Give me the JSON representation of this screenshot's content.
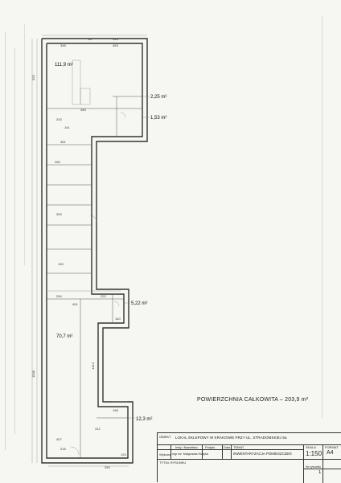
{
  "areas": {
    "room_main": "111,9 m²",
    "room_small_a": "2,25 m²",
    "room_small_b": "1,53 m²",
    "room_mid": "5,22 m²",
    "room_lower": "70,7 m²",
    "room_bottom": "12,3 m²"
  },
  "dimensions": {
    "d1": "348",
    "d2": "453",
    "d3": "333",
    "d4": "60",
    "d5": "929",
    "d6": "283",
    "d7": "361",
    "d8": "243",
    "d9": "141",
    "d10": "265",
    "d11": "325",
    "d12": "193",
    "d13": "254",
    "d14": "491",
    "d15": "222",
    "d16": "1508",
    "d17": "407",
    "d18": "140",
    "d19": "1414",
    "d20": "312",
    "d21": "124",
    "d22": "218",
    "d23": "250",
    "d24": "198"
  },
  "total_area": "POWIERZCHNIA CAŁKOWITA – 203,9 m²",
  "title_block": {
    "object_label": "OBIEKT",
    "object_name": "LOKAL SKLEPOWY W KRAKOWIE PRZY UL. STRADOMSKIEJ 5a",
    "role_header": "Imię i Nazwisko",
    "sign_header": "Podpis",
    "date_header": "Data",
    "author_role": "Wykonał",
    "author_name": "mgr inż. Małgorzata Hudyka",
    "subject_label": "TEMAT",
    "subject_value": "INWENTARYZACJA POMIESZCZEŃ",
    "scale_label": "SKALA",
    "scale_value": "1:150",
    "format_label": "FORMAT",
    "format_value": "A4",
    "drawing_title_label": "TYTUŁ RYSUNKU",
    "drawing_no_label": "Nr rysunku",
    "drawing_no_value": "1"
  }
}
